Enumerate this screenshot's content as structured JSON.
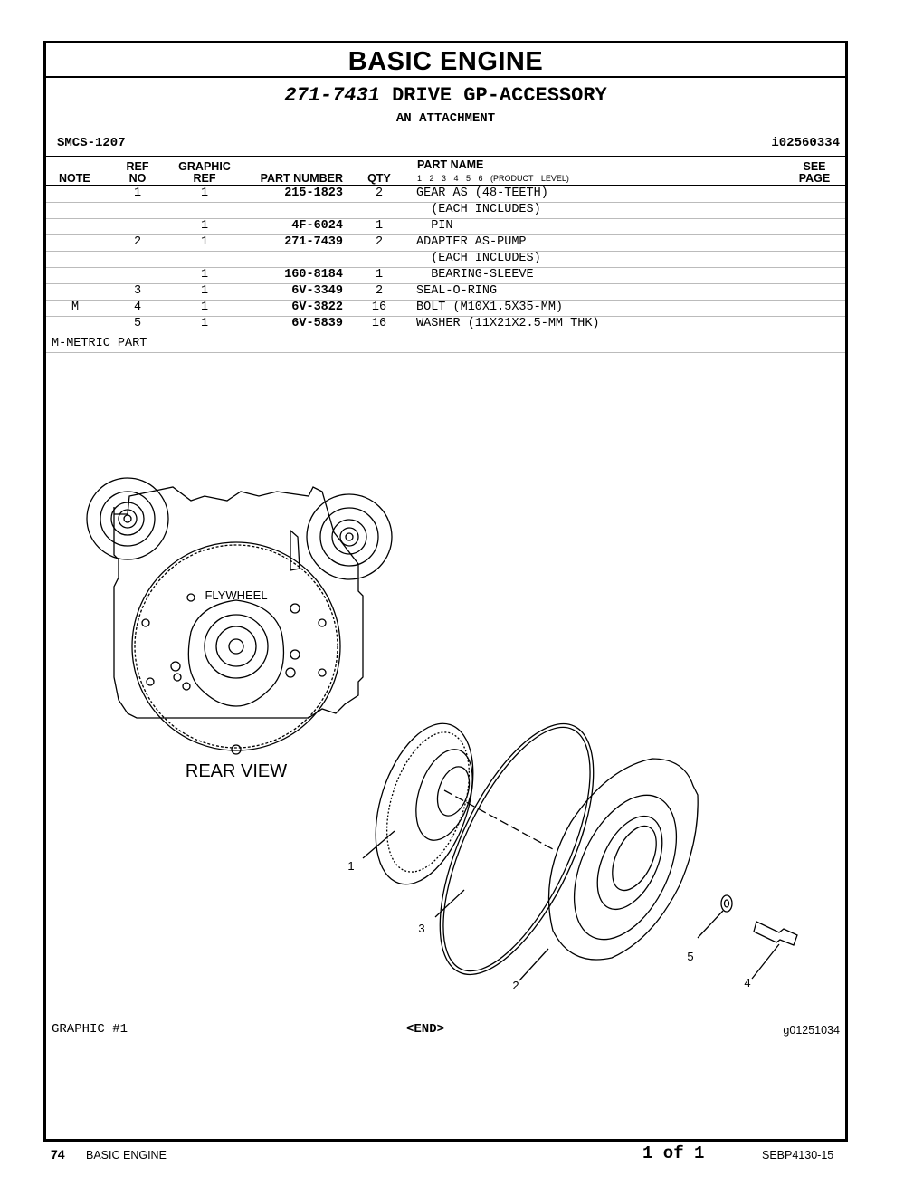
{
  "section_title": "BASIC ENGINE",
  "group": {
    "number": "271-7431",
    "name": "DRIVE GP-ACCESSORY",
    "subtitle": "AN ATTACHMENT",
    "smcs": "SMCS-1207",
    "illustration_id": "i02560334"
  },
  "columns": {
    "note": "NOTE",
    "ref_top": "REF",
    "ref_bottom": "NO",
    "graphic_top": "GRAPHIC",
    "graphic_bottom": "REF",
    "part_number": "PART NUMBER",
    "qty": "QTY",
    "part_name": "PART NAME",
    "levels": "1 2 3 4 5 6 (PRODUCT LEVEL)",
    "see_top": "SEE",
    "see_bottom": "PAGE"
  },
  "rows": [
    {
      "note": "",
      "ref": "1",
      "gref": "1",
      "pn": "215-1823",
      "qty": "2",
      "name": "GEAR AS (48-TEETH)"
    },
    {
      "note": "",
      "ref": "",
      "gref": "",
      "pn": "",
      "qty": "",
      "name": "  (EACH INCLUDES)"
    },
    {
      "note": "",
      "ref": "",
      "gref": "1",
      "pn": "4F-6024",
      "qty": "1",
      "name": "  PIN"
    },
    {
      "note": "",
      "ref": "2",
      "gref": "1",
      "pn": "271-7439",
      "qty": "2",
      "name": "ADAPTER AS-PUMP"
    },
    {
      "note": "",
      "ref": "",
      "gref": "",
      "pn": "",
      "qty": "",
      "name": "  (EACH INCLUDES)"
    },
    {
      "note": "",
      "ref": "",
      "gref": "1",
      "pn": "160-8184",
      "qty": "1",
      "name": "  BEARING-SLEEVE"
    },
    {
      "note": "",
      "ref": "3",
      "gref": "1",
      "pn": "6V-3349",
      "qty": "2",
      "name": "SEAL-O-RING"
    },
    {
      "note": "M",
      "ref": "4",
      "gref": "1",
      "pn": "6V-3822",
      "qty": "16",
      "name": "BOLT (M10X1.5X35-MM)"
    },
    {
      "note": "",
      "ref": "5",
      "gref": "1",
      "pn": "6V-5839",
      "qty": "16",
      "name": "WASHER (11X21X2.5-MM THK)"
    }
  ],
  "metric_note": "M-METRIC PART",
  "illustration": {
    "flywheel_label": "FLYWHEEL",
    "rear_view_label": "REAR VIEW",
    "callout_1": "1",
    "callout_2": "2",
    "callout_3": "3",
    "callout_4": "4",
    "callout_5": "5"
  },
  "graphic_label": "GRAPHIC #1",
  "end_mark": "<END>",
  "graphic_id": "g01251034",
  "footer": {
    "page_number": "74",
    "title": "BASIC ENGINE",
    "page_of": "1 of 1",
    "doc_number": "SEBP4130-15"
  }
}
